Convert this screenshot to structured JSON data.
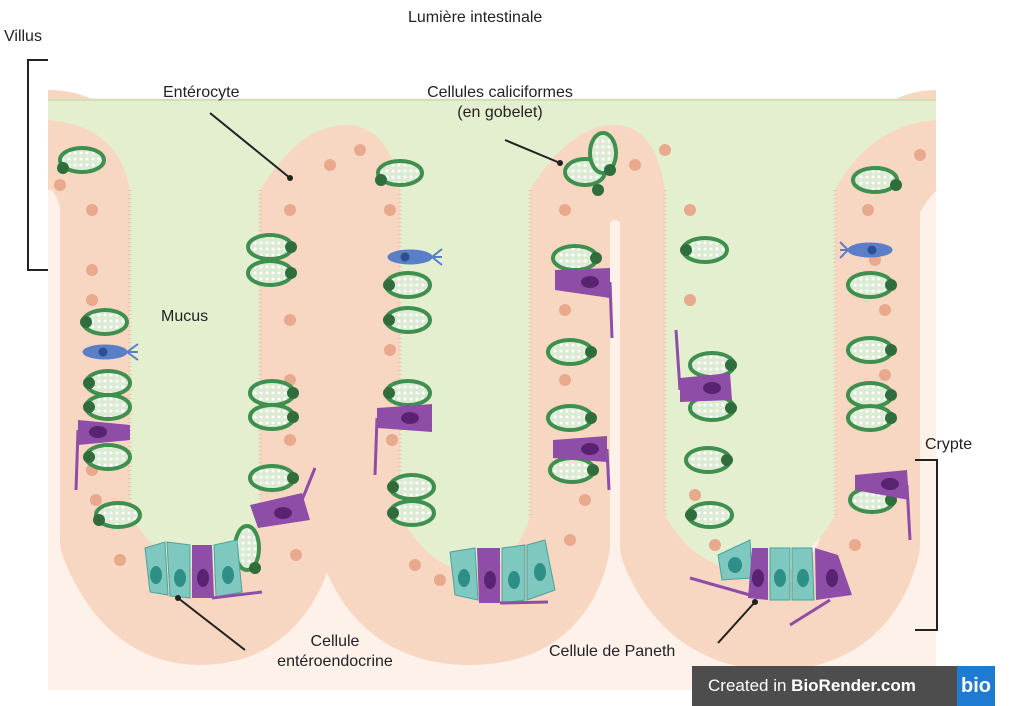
{
  "labels": {
    "lumen": "Lumière intestinale",
    "villus": "Villus",
    "enterocyte": "Entérocyte",
    "goblet_line1": "Cellules caliciformes",
    "goblet_line2": "(en gobelet)",
    "mucus": "Mucus",
    "crypt": "Crypte",
    "entero_line1": "Cellule",
    "entero_line2": "entéroendocrine",
    "paneth": "Cellule de Paneth"
  },
  "watermark": {
    "prefix": "Created in ",
    "brand": "BioRender.com",
    "logo": "bio"
  },
  "colors": {
    "tissue_background": "#fdf1ea",
    "enterocyte_fill": "#f8d7c2",
    "nucleus": "#e8a98c",
    "mucus": "#e4efd0",
    "goblet_cell": "#3f8f4e",
    "enteroendocrine_cell": "#8e4ea8",
    "paneth_cell": "#7ec8c0",
    "tuft_cell": "#5b7fc7"
  }
}
